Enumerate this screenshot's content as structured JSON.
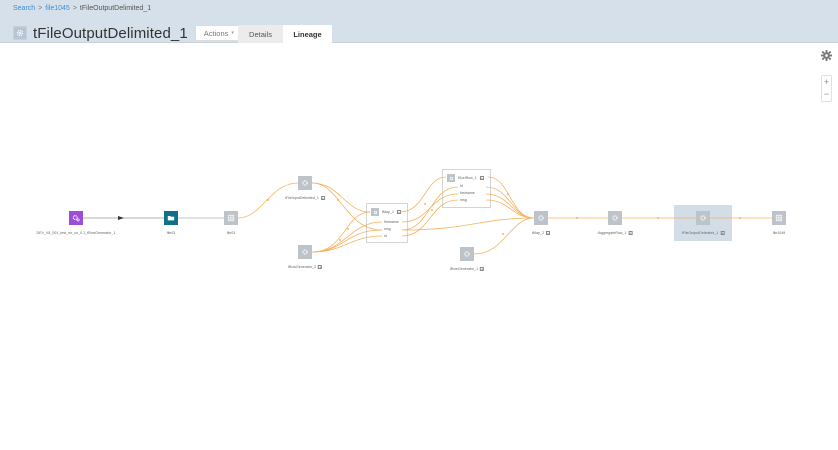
{
  "breadcrumb": {
    "items": [
      {
        "label": "Search",
        "link": true
      },
      {
        "label": "file1045",
        "link": true
      },
      {
        "label": "tFileOutputDelimited_1",
        "link": false
      }
    ],
    "separator": ">"
  },
  "header": {
    "title": "tFileOutputDelimited_1",
    "icon": "gear-icon",
    "actions_label": "Actions",
    "actions_caret": "▾"
  },
  "tabs": [
    {
      "label": "Details",
      "active": false
    },
    {
      "label": "Lineage",
      "active": true
    }
  ],
  "controls": {
    "settings_icon": "gear-icon",
    "zoom_in": "+",
    "zoom_out": "−"
  },
  "colors": {
    "header_bg": "#d6e0ea",
    "link": "#3a8ed8",
    "edge_orange": "#f5b461",
    "edge_grey": "#9a9a9a",
    "node_grey": "#bcc3c9",
    "node_purple": "#9d4ed6",
    "node_teal": "#0f6f8c",
    "selected_bg": "#d3dde7"
  },
  "lineage": {
    "nodes": [
      {
        "id": "n1",
        "label": "DEV_V8_001_test_mr_cn_0.1_tRowGenerator_1",
        "type": "job",
        "icon": "gears-icon",
        "expandable": false
      },
      {
        "id": "n2",
        "label": "file03",
        "type": "folder",
        "icon": "folder-icon",
        "expandable": false
      },
      {
        "id": "n3",
        "label": "file03",
        "type": "file",
        "icon": "table-icon",
        "expandable": false
      },
      {
        "id": "n4",
        "label": "tFileInputDelimited_1",
        "type": "component",
        "icon": "gear-icon",
        "expandable": true
      },
      {
        "id": "n5",
        "label": "tRowGenerator_2",
        "type": "component",
        "icon": "gear-icon",
        "expandable": true
      },
      {
        "id": "n6",
        "label": "tMap_1",
        "type": "component",
        "icon": "gear-icon",
        "expandable": true,
        "fields": [
          "firstname",
          "msg",
          "id"
        ]
      },
      {
        "id": "n7",
        "label": "tSortRow_1",
        "type": "component",
        "icon": "gear-icon",
        "expandable": true,
        "fields": [
          "id",
          "firstname",
          "msg"
        ]
      },
      {
        "id": "n8",
        "label": "tRowGenerator_1",
        "type": "component",
        "icon": "gear-icon",
        "expandable": true
      },
      {
        "id": "n9",
        "label": "tMap_2",
        "type": "component",
        "icon": "gear-icon",
        "expandable": true
      },
      {
        "id": "n10",
        "label": "tAggregateRow_1",
        "type": "component",
        "icon": "gear-icon",
        "expandable": true
      },
      {
        "id": "n11",
        "label": "tFileOutputDelimited_1",
        "type": "component",
        "icon": "gear-icon",
        "expandable": true,
        "selected": true
      },
      {
        "id": "n12",
        "label": "file1049",
        "type": "file",
        "icon": "table-icon",
        "expandable": false
      }
    ]
  }
}
